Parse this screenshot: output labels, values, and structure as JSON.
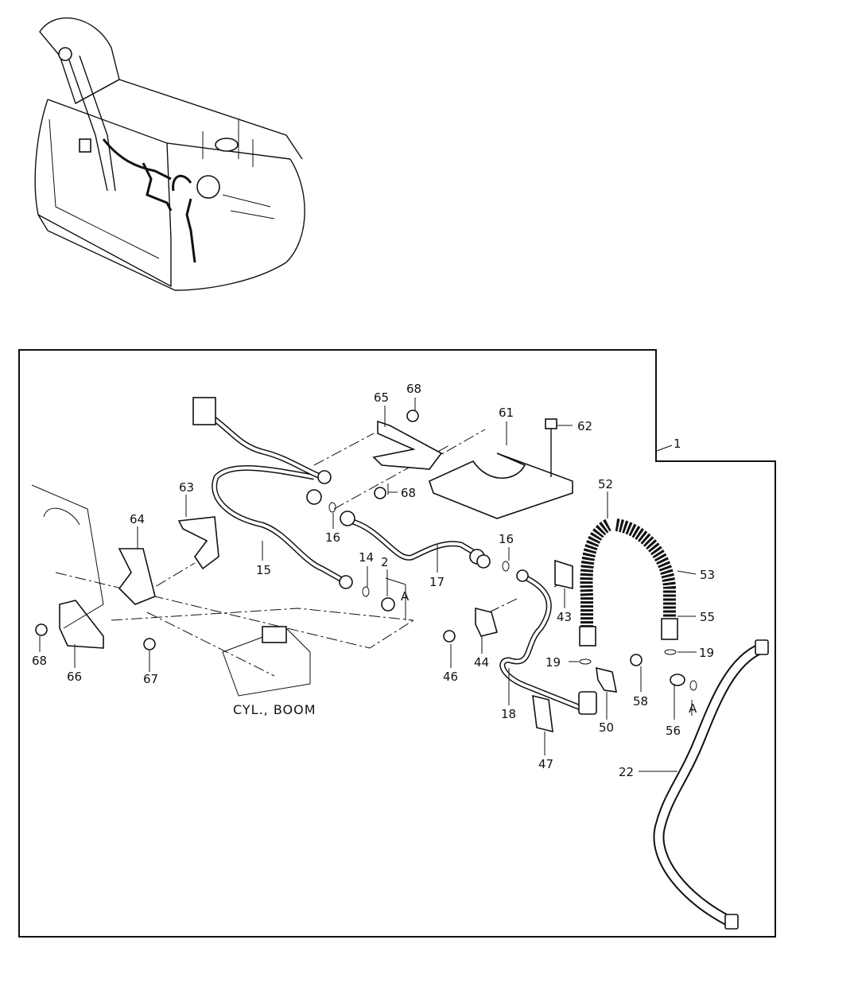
{
  "labels": {
    "l1": "1",
    "l2": "2",
    "l14": "14",
    "l15": "15",
    "l16a": "16",
    "l16b": "16",
    "l17": "17",
    "l18": "18",
    "l19a": "19",
    "l19b": "19",
    "l22": "22",
    "l43": "43",
    "l44": "44",
    "l46": "46",
    "l47": "47",
    "l50": "50",
    "l52": "52",
    "l53": "53",
    "l55": "55",
    "l56": "56",
    "l58": "58",
    "l61": "61",
    "l62": "62",
    "l63": "63",
    "l64": "64",
    "l65": "65",
    "l66": "66",
    "l67": "67",
    "l68a": "68",
    "l68b": "68",
    "l68c": "68",
    "mA1": "A",
    "mA2": "A"
  },
  "caption": "CYL., BOOM"
}
